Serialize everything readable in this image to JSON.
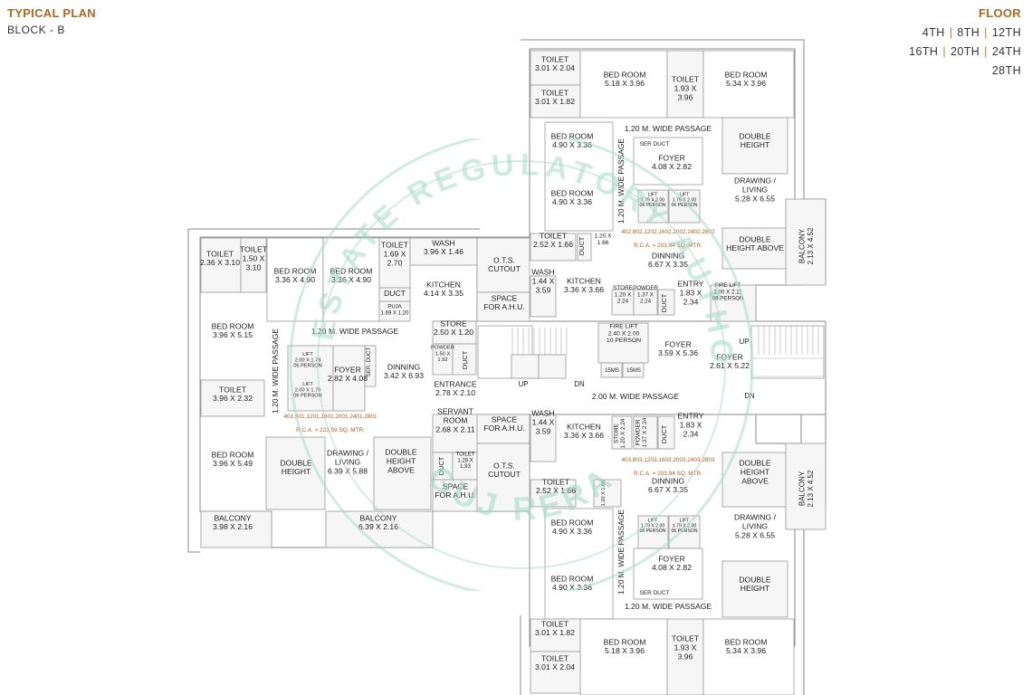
{
  "header": {
    "title": "TYPICAL PLAN",
    "subtitle": "BLOCK - B",
    "floor_label": "FLOOR",
    "floors": [
      "4TH",
      "8TH",
      "12TH",
      "16TH",
      "20TH",
      "24TH",
      "28TH"
    ]
  },
  "colors": {
    "accent": "#b5651d",
    "wall": "#777777",
    "watermark": "#9fd8c6"
  },
  "watermark": {
    "top_text": "REAL ESTATE REGULATORY AUTHORITY",
    "bottom_text": "GUJ RERA"
  },
  "units": {
    "top_right": "402,802,1202,1602, 2002,2402,2802. R.C.A. = 203.94 SQ. MTR.",
    "left": "401,801,1201,1601, 2001,2401,2801. R.C.A. = 223.59 SQ. MTR.",
    "bottom_right": "403,803,1203,1603, 2003,2403,2803. R.C.A. = 203.94 SQ. MTR."
  },
  "rooms": {
    "tr_toilet1": "TOILET\n3.01 X 2.04",
    "tr_toilet2": "TOILET\n3.01 X 1.82",
    "tr_bed1": "BED ROOM\n5.18 X 3.96",
    "tr_toilet3": "TOILET\n1.93 X\n3.96",
    "tr_bed2": "BED ROOM\n5.34 X 3.96",
    "tr_passage": "1.20 M. WIDE PASSAGE",
    "tr_bed3": "BED ROOM\n4.90 X 3.36",
    "tr_serduct": "SER DUCT",
    "tr_foyer": "FOYER\n4.08 X 2.82",
    "tr_dh": "DOUBLE\nHEIGHT",
    "tr_vpassage": "1.20 M. WIDE PASSAGE",
    "tr_lift1": "LIFT\n1.79 X 2.00\n06 PERSON",
    "tr_lift2": "LIFT\n1.79 X 2.00\n06 PERSON",
    "tr_drawing": "DRAWING /\nLIVING\n5.28 X 6.55",
    "tr_bed4": "BED ROOM\n4.90 X 3.36",
    "tr_toilet4": "TOILET\n2.52 X 1.66",
    "tr_duct1": "DUCT",
    "tr_small": "1.20 X\n1.66",
    "tr_dha": "DOUBLE\nHEIGHT ABOVE",
    "tr_dinning": "DINNING\n6.67 X 3.35",
    "tr_balcony": "BALCONY\n2.13 X 4.52",
    "tr_wash": "WASH\n1.44 X\n3.59",
    "tr_kitchen": "KITCHEN\n3.36 X 3.66",
    "tr_store": "STORE\n1.20 X\n2.24",
    "tr_powder": "POWDER\n1.37 X\n2.24",
    "tr_duct2": "DUCT",
    "tr_entry": "ENTRY\n1.83 X\n2.34",
    "tr_firelift": "FIRE LIFT\n2.00 X 2.11\n08 PERSON",
    "l_toilet1": "TOILET\n2.36 X 3.10",
    "l_toilet2": "TOILET\n1.50 X\n3.10",
    "l_bed1": "BED ROOM\n3.36 X 4.90",
    "l_bed2": "BED ROOM\n3.36 X 4.90",
    "l_toilet3": "TOILET\n1.69 X\n2.70",
    "l_duct": "DUCT",
    "l_puja": "PUJA\n1.69 X 1.20",
    "l_wash": "WASH\n3.96 X 1.46",
    "l_kitchen": "KITCHEN\n4.14 X 3.35",
    "l_ots": "O.T.S.\nCUTOUT",
    "l_ahu": "SPACE\nFOR A.H.U.",
    "l_bed3": "BED ROOM\n3.96 X 5.15",
    "l_passage": "1.20 M. WIDE PASSAGE",
    "l_vpassage": "1.20 M. WIDE PASSAGE",
    "l_lift1": "LIFT\n2.00 X 1.79\n06 PERSON",
    "l_lift2": "LIFT\n2.00 X 1.79\n06 PERSON",
    "l_foyer": "FOYER\n2.82 X 4.08",
    "l_serduct": "SER. DUCT",
    "l_dinning": "DINNING\n3.42 X 6.93",
    "l_store": "STORE\n2.50 X 1.20",
    "l_powder": "POWDER\n1.50 X\n1.92",
    "l_duct2": "DUCT",
    "l_toilet4": "TOILET\n3.96 X 2.32",
    "l_entrance": "ENTRANCE\n2.78 X 2.10",
    "l_servant": "SERVANT\nROOM\n2.68 X 2.11",
    "l_ahu2": "SPACE\nFOR A.H.U.",
    "l_bed4": "BED ROOM\n3.96 X 5.49",
    "l_dh": "DOUBLE\nHEIGHT",
    "l_drawing": "DRAWING /\nLIVING\n6.39 X 5.88",
    "l_dha": "DOUBLE\nHEIGHT\nABOVE",
    "l_duct3": "DUCT",
    "l_toilet5": "TOILET\n1.28 X\n1.93",
    "l_ots2": "O.T.S.\nCUTOUT",
    "l_ahu3": "SPACE\nFOR A.H.U.",
    "l_balcony1": "BALCONY\n3.98 X 2.16",
    "l_balcony2": "BALCONY\n6.39 X 2.16",
    "c_firelift": "FIRE LIFT\n2.40 X 2.00\n10 PERSON",
    "c_foyer": "FOYER\n3.59 X 5.36",
    "c_foyer2": "FOYER\n2.61 X 5.22",
    "c_passage": "2.00 M. WIDE PASSAGE",
    "c_up1": "UP",
    "c_dn1": "DN",
    "c_up2": "UP",
    "c_dn2": "DN",
    "c_shaft1": "15MS",
    "c_shaft2": "15MS",
    "br_wash": "WASH\n1.44 X\n3.59",
    "br_kitchen": "KITCHEN\n3.36 X 3.66",
    "br_store": "STORE\n1.20 X 2.24",
    "br_powder": "POWDER\n1.37 X 2.24",
    "br_duct1": "DUCT",
    "br_entry": "ENTRY\n1.83 X\n2.34",
    "br_dha": "DOUBLE\nHEIGHT\nABOVE",
    "br_balcony": "BALCONY\n2.13 X 4.52",
    "br_toilet1": "TOILET\n2.52 X 1.66",
    "br_small": "1.20 X 1.66",
    "br_dinning": "DINNING\n6.67 X 3.35",
    "br_bed1": "BED ROOM\n4.90 X 3.36",
    "br_vpassage": "1.20 M. WIDE PASSAGE",
    "br_lift1": "LIFT\n1.79 X 2.00\n06 PERSON",
    "br_lift2": "LIFT\n1.79 X 2.00\n06 PERSON",
    "br_drawing": "DRAWING /\nLIVING\n5.28 X 6.55",
    "br_bed2": "BED ROOM\n4.90 X 3.36",
    "br_foyer": "FOYER\n4.08 X 2.82",
    "br_dh": "DOUBLE\nHEIGHT",
    "br_serduct": "SER DUCT",
    "br_passage": "1.20 M. WIDE PASSAGE",
    "br_toilet2": "TOILET\n3.01 X 1.82",
    "br_bed3": "BED ROOM\n5.18 X 3.96",
    "br_toilet3": "TOILET\n1.93 X\n3.96",
    "br_bed4": "BED ROOM\n5.34 X 3.96",
    "br_toilet4": "TOILET\n3.01 X 2.04"
  }
}
